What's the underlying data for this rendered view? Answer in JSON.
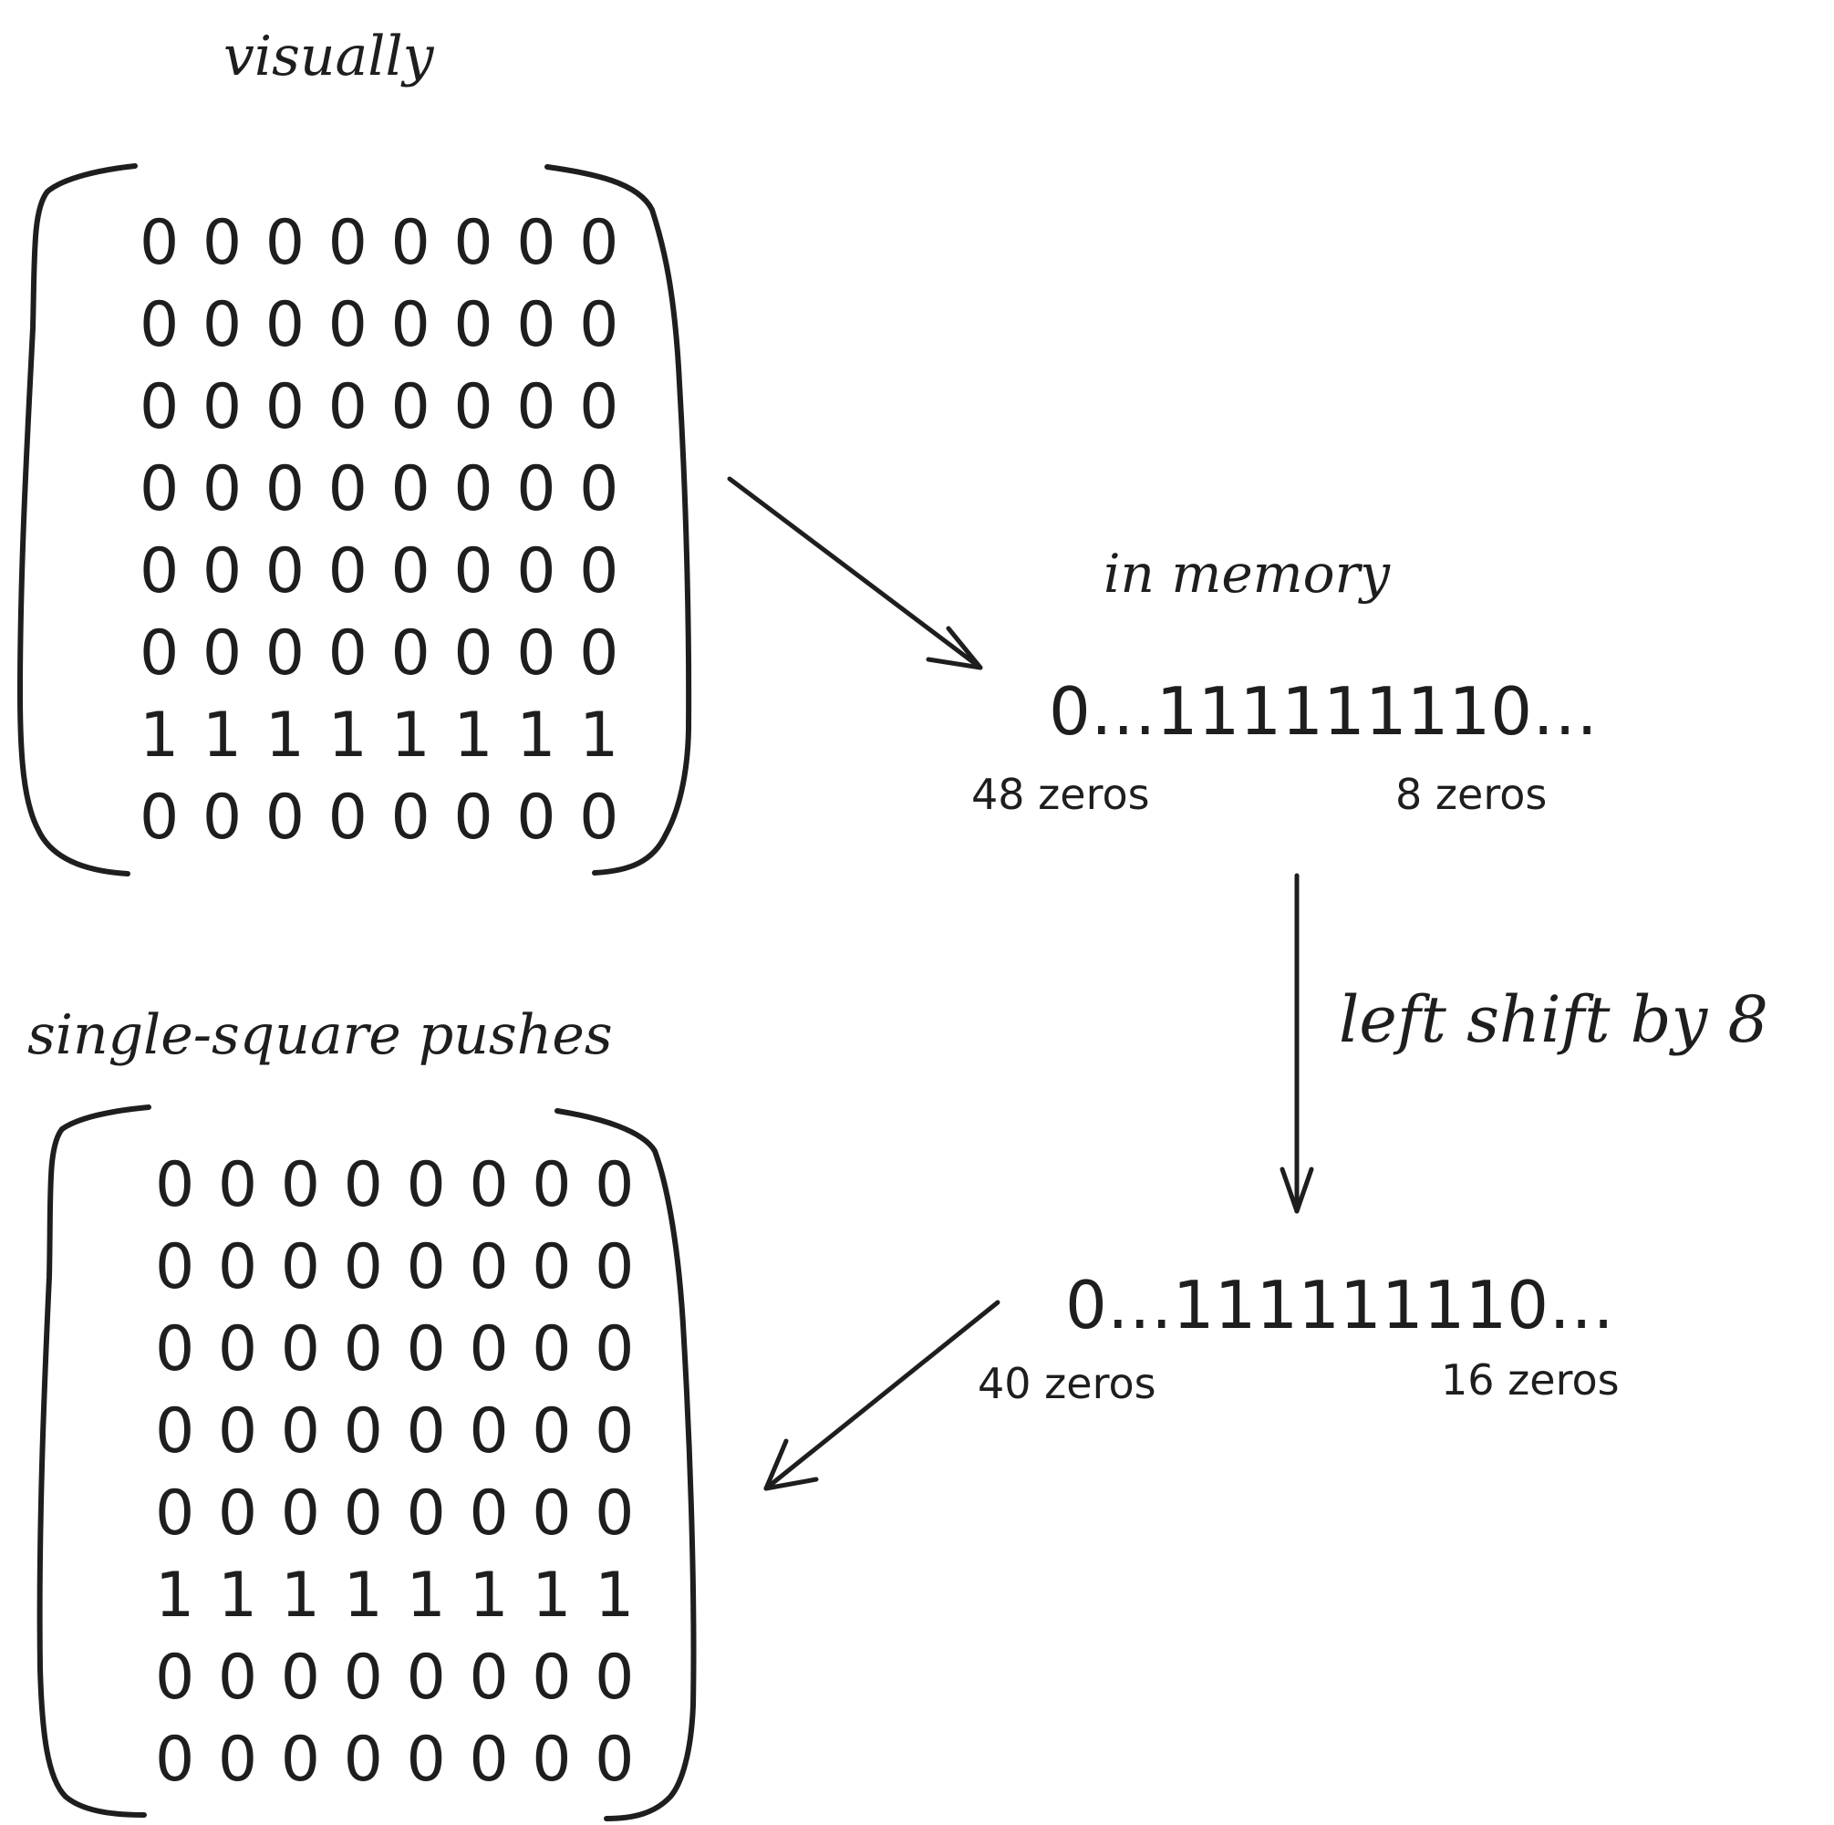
{
  "labels": {
    "visually": "visually",
    "in_memory": "in memory",
    "left_shift": "left shift by 8",
    "single_square_pushes": "single-square pushes"
  },
  "memory": {
    "before": {
      "bits": "0…111111110…",
      "left_zeros": "48 zeros",
      "right_zeros": "8 zeros"
    },
    "after": {
      "bits": "0…111111110…",
      "left_zeros": "40 zeros",
      "right_zeros": "16 zeros"
    }
  },
  "matrix_top": [
    "0 0 0 0 0 0 0 0",
    "0 0 0 0 0 0 0 0",
    "0 0 0 0 0 0 0 0",
    "0 0 0 0 0 0 0 0",
    "0 0 0 0 0 0 0 0",
    "0 0 0 0 0 0 0 0",
    "1 1 1 1 1 1 1 1",
    "0 0 0 0 0 0 0 0"
  ],
  "matrix_bottom": [
    "0 0 0 0 0 0 0 0",
    "0 0 0 0 0 0 0 0",
    "0 0 0 0 0 0 0 0",
    "0 0 0 0 0 0 0 0",
    "0 0 0 0 0 0 0 0",
    "1 1 1 1 1 1 1 1",
    "0 0 0 0 0 0 0 0",
    "0 0 0 0 0 0 0 0"
  ],
  "colors": {
    "ink": "#1e1e1e",
    "background": "#ffffff"
  }
}
